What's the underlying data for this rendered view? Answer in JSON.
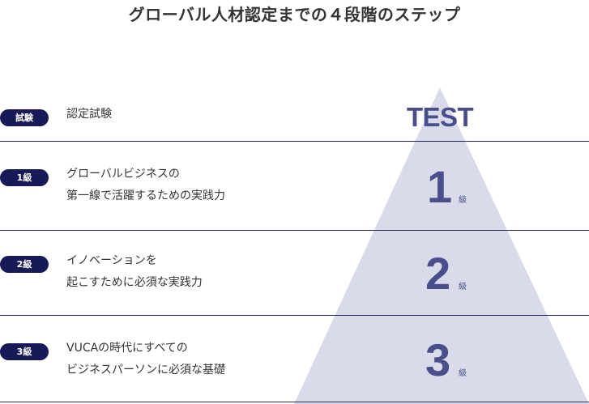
{
  "title": "グローバル人材認定までの４段階のステップ",
  "colors": {
    "navy": "#171a56",
    "pyramid_fill": "#d9dbea",
    "accent_text": "#4a4f8c"
  },
  "rows": [
    {
      "badge": "試験",
      "lines": [
        "認定試験"
      ],
      "pyramid_label": "TEST"
    },
    {
      "badge": "1級",
      "lines": [
        "グローバルビジネスの",
        "第一線で活躍するための実践力"
      ],
      "level_number": "1",
      "level_unit": "級"
    },
    {
      "badge": "2級",
      "lines": [
        "イノベーションを",
        "起こすために必須な実践力"
      ],
      "level_number": "2",
      "level_unit": "級"
    },
    {
      "badge": "3級",
      "lines": [
        "VUCAの時代にすべての",
        "ビジネスパーソンに必須な基礎"
      ],
      "level_number": "3",
      "level_unit": "級"
    }
  ]
}
